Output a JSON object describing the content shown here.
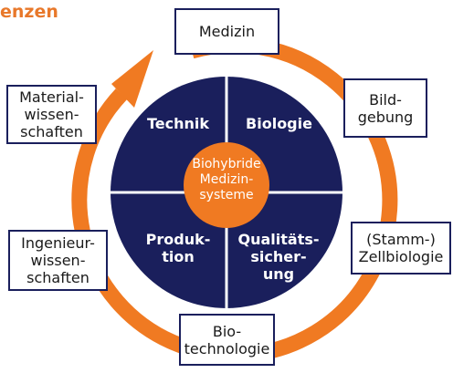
{
  "header": {
    "title_fragment": "enzen"
  },
  "colors": {
    "ring": "#f07a22",
    "circle": "#1a1f5c",
    "center": "#f07a22",
    "box_border": "#1a1f5c"
  },
  "quadrants": [
    {
      "id": "technik",
      "label": "Technik"
    },
    {
      "id": "biologie",
      "label": "Biologie"
    },
    {
      "id": "produktion",
      "label": "Produk-\ntion"
    },
    {
      "id": "qualitaet",
      "label": "Qualitäts-\nsicher-\nung"
    }
  ],
  "center": {
    "label": "Biohybride\nMedizin-\nsysteme"
  },
  "boxes": [
    {
      "id": "medizin",
      "label": "Medizin"
    },
    {
      "id": "bildgebung",
      "label": "Bild-\ngebung"
    },
    {
      "id": "stammzell",
      "label": "(Stamm-)\nZellbiologie"
    },
    {
      "id": "biotech",
      "label": "Bio-\ntechnologie"
    },
    {
      "id": "ingenieur",
      "label": "Ingenieur-\nwissen-\nschaften"
    },
    {
      "id": "material",
      "label": "Material-\nwissen-\nschaften"
    }
  ]
}
